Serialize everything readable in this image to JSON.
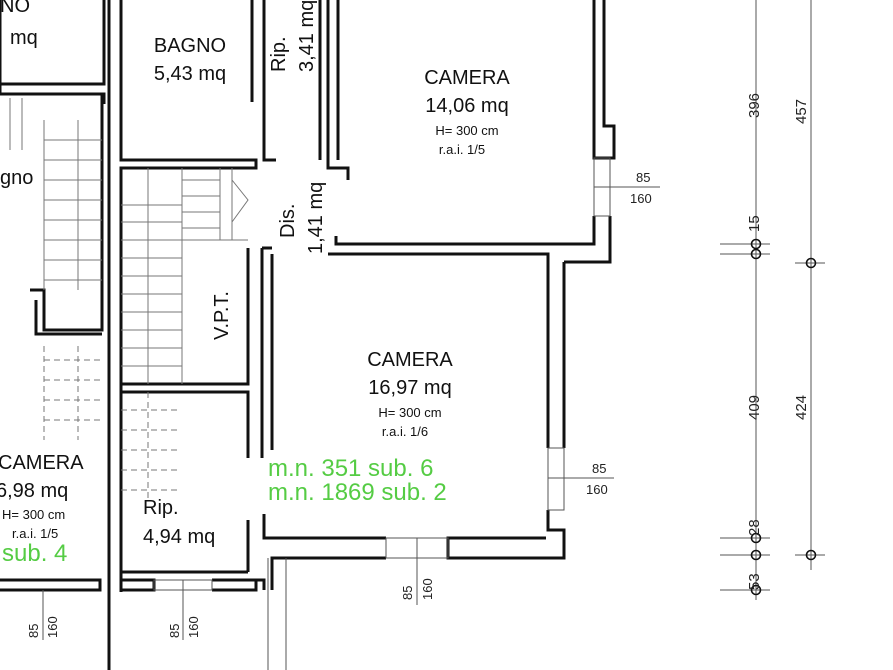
{
  "rooms": {
    "bagno_top": {
      "name": "BAGNO",
      "area": "5,43 mq"
    },
    "rip_top": {
      "name": "Rip.",
      "area": "3,41 mq"
    },
    "camera_top": {
      "name": "CAMERA",
      "area": "14,06 mq",
      "height": "H= 300 cm",
      "rai": "r.a.i. 1/5"
    },
    "dis": {
      "name": "Dis.",
      "area": "1,41 mq"
    },
    "vpt": {
      "name": "V.P.T."
    },
    "camera_mid": {
      "name": "CAMERA",
      "area": "16,97 mq",
      "height": "H= 300 cm",
      "rai": "r.a.i. 1/6"
    },
    "rip_bottom": {
      "name": "Rip.",
      "area": "4,94 mq"
    },
    "camera_left": {
      "name": "CAMERA",
      "area": "6,98 mq",
      "height": "H= 300 cm",
      "rai": "r.a.i. 1/5"
    },
    "partial_top_left": {
      "name": "NO",
      "area": "mq"
    },
    "partial_gno": {
      "name": "gno"
    }
  },
  "cadastral": {
    "line1": "m.n. 351 sub. 6",
    "line2": "m.n. 1869 sub. 2",
    "left": "sub. 4"
  },
  "windows": {
    "w1_top": "85",
    "w1_bot": "160",
    "w2_top": "85",
    "w2_bot": "160",
    "w3_a": "85",
    "w3_b": "160",
    "w4_a": "85",
    "w4_b": "160",
    "w5_a": "85",
    "w5_b": "160"
  },
  "dimensions": {
    "inner": [
      "396",
      "15",
      "409",
      "28",
      "53"
    ],
    "outer": [
      "457",
      "424"
    ]
  }
}
